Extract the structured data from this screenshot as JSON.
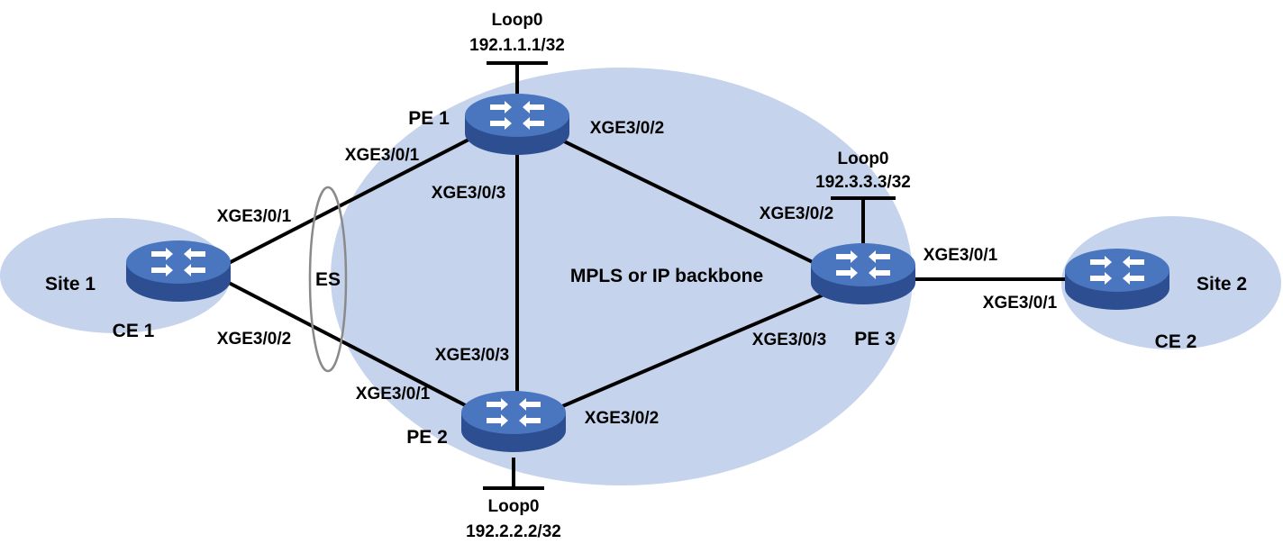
{
  "colors": {
    "region_fill": "#c6d3ec",
    "router_top": "#4a76bf",
    "router_side": "#2d4f92",
    "link": "#000000",
    "es_ring": "#8a8a8a"
  },
  "backbone": {
    "label": "MPLS or IP backbone"
  },
  "sites": [
    {
      "id": "site1",
      "label": "Site 1"
    },
    {
      "id": "site2",
      "label": "Site 2"
    }
  ],
  "es": {
    "label": "ES"
  },
  "devices": [
    {
      "id": "pe1",
      "label": "PE 1",
      "icon": "router-icon"
    },
    {
      "id": "pe2",
      "label": "PE 2",
      "icon": "router-icon"
    },
    {
      "id": "pe3",
      "label": "PE 3",
      "icon": "router-icon"
    },
    {
      "id": "ce1",
      "label": "CE 1",
      "icon": "router-icon"
    },
    {
      "id": "ce2",
      "label": "CE 2",
      "icon": "router-icon"
    }
  ],
  "loopbacks": [
    {
      "device": "pe1",
      "name": "Loop0",
      "ip": "192.1.1.1/32"
    },
    {
      "device": "pe2",
      "name": "Loop0",
      "ip": "192.2.2.2/32"
    },
    {
      "device": "pe3",
      "name": "Loop0",
      "ip": "192.3.3.3/32"
    }
  ],
  "links": [
    {
      "from": "ce1",
      "to": "pe1",
      "from_if": "XGE3/0/1",
      "to_if": "XGE3/0/1"
    },
    {
      "from": "ce1",
      "to": "pe2",
      "from_if": "XGE3/0/2",
      "to_if": "XGE3/0/1"
    },
    {
      "from": "pe1",
      "to": "pe3",
      "from_if": "XGE3/0/2",
      "to_if": "XGE3/0/2"
    },
    {
      "from": "pe1",
      "to": "pe2",
      "from_if": "XGE3/0/3",
      "to_if": "XGE3/0/3"
    },
    {
      "from": "pe2",
      "to": "pe3",
      "from_if": "XGE3/0/2",
      "to_if": "XGE3/0/3"
    },
    {
      "from": "pe3",
      "to": "ce2",
      "from_if": "XGE3/0/1",
      "to_if": "XGE3/0/1"
    }
  ]
}
